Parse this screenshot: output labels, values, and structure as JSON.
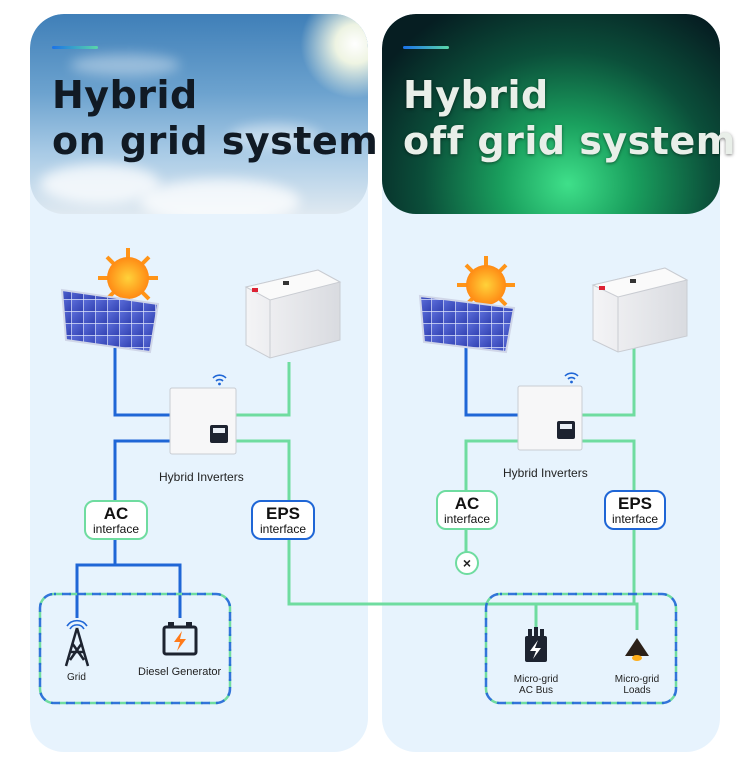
{
  "left_panel": {
    "title_line1": "Hybrid",
    "title_line2": "on grid system",
    "inverter_label": "Hybrid Inverters",
    "ac_interface": {
      "big": "AC",
      "small": "interface"
    },
    "eps_interface": {
      "big": "EPS",
      "small": "interface"
    },
    "grid_label": "Grid",
    "diesel_label": "Diesel Generator"
  },
  "right_panel": {
    "title_line1": "Hybrid",
    "title_line2": "off grid system",
    "inverter_label": "Hybrid Inverters",
    "ac_interface": {
      "big": "AC",
      "small": "interface"
    },
    "eps_interface": {
      "big": "EPS",
      "small": "interface"
    },
    "disconnect_symbol": "×",
    "microgrid_bus_label_line1": "Micro-grid",
    "microgrid_bus_label_line2": "AC Bus",
    "microgrid_loads_label_line1": "Micro-grid",
    "microgrid_loads_label_line2": "Loads"
  },
  "colors": {
    "blue_line": "#1f66d6",
    "green_line": "#6fdca0",
    "panel_bg": "#e7f3fd"
  }
}
